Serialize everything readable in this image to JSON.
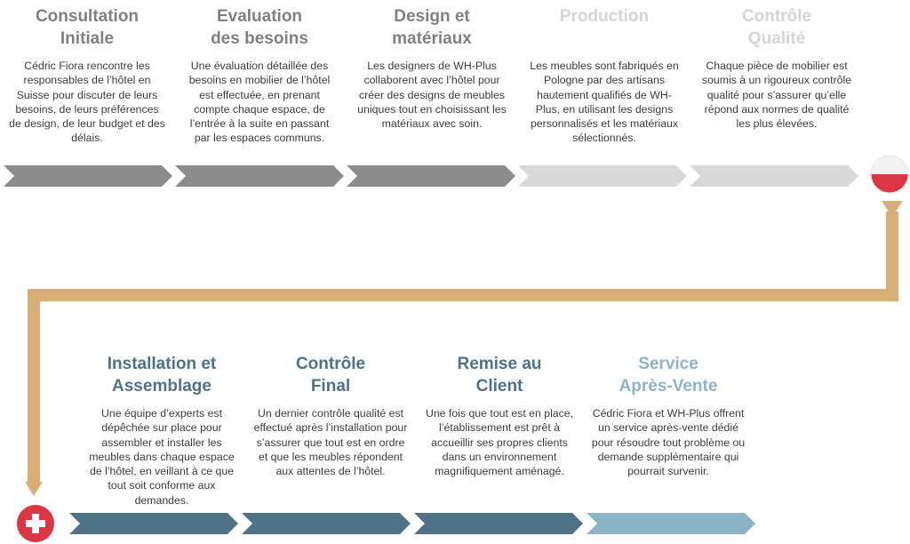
{
  "colors": {
    "dark_grey": "#8c8c8c",
    "light_grey": "#d9d9d9",
    "path_tan": "#d8ae79",
    "dark_blue": "#4f7287",
    "light_blue": "#8db4c6",
    "swiss_red": "#dc3543",
    "poland_red": "#dc3543",
    "poland_white": "#f2f2f2"
  },
  "top_steps": [
    {
      "title": "Consultation\nInitiale",
      "description": "Cédric Fiora rencontre les responsables de l’hôtel en Suisse pour discuter de leurs besoins, de leurs préférences de design, de leur budget et des délais.",
      "title_color": "#808080"
    },
    {
      "title": "Evaluation\ndes besoins",
      "description": "Une évaluation détaillée des besoins en mobilier de l’hôtel est effectuée, en prenant compte chaque espace, de l’entrée à la suite en passant par les espaces communs.",
      "title_color": "#808080"
    },
    {
      "title": "Design et\nmatériaux",
      "description": "Les designers de WH-Plus collaborent avec l’hôtel pour créer des designs de meubles uniques tout en choisissant les matériaux avec soin.",
      "title_color": "#808080"
    },
    {
      "title": "Production",
      "description": "Les meubles sont fabriqués en Pologne par des artisans hautement qualifiés de WH-Plus, en utilisant les designs personnalisés et les matériaux sélectionnés.",
      "title_color": "#d4d4d4"
    },
    {
      "title": "Contrôle\nQualité",
      "description": "Chaque pièce de mobilier est soumis à un rigoureux contrôle qualité pour s’assurer qu’elle répond aux normes de qualité les plus élevées.",
      "title_color": "#d4d4d4"
    }
  ],
  "bottom_steps": [
    {
      "title": "Installation et\nAssemblage",
      "description": "Une équipe d’experts est dépêchée sur place pour assembler et installer les meubles dans chaque espace de l’hôtel, en veillant à ce que tout soit conforme aux demandes.",
      "title_color": "#4f7287"
    },
    {
      "title": "Contrôle\nFinal",
      "description": "Un dernier contrôle qualité est effectué après l’installation pour s’assurer que tout est en ordre et que les meubles répondent aux attentes de l’hôtel.",
      "title_color": "#4f7287"
    },
    {
      "title": "Remise au\nClient",
      "description": "Une fois que tout est en place, l’établissement est prêt à accueillir ses propres clients dans un environnement magnifiquement aménagé.",
      "title_color": "#4f7287"
    },
    {
      "title": "Service\nAprès-Vente",
      "description": "Cédric Fiora et WH-Plus offrent un service après-vente dédié pour résoudre tout problème ou demande supplémentaire qui pourrait survenir.",
      "title_color": "#8db4c6"
    }
  ],
  "top_arrow_colors": [
    "#8c8c8c",
    "#8c8c8c",
    "#8c8c8c",
    "#d9d9d9",
    "#d9d9d9"
  ],
  "bottom_arrow_colors": [
    "#4f7287",
    "#4f7287",
    "#4f7287",
    "#8db4c6"
  ],
  "icons": {
    "end_flag": "poland-flag-icon",
    "start_flag": "swiss-flag-icon"
  }
}
